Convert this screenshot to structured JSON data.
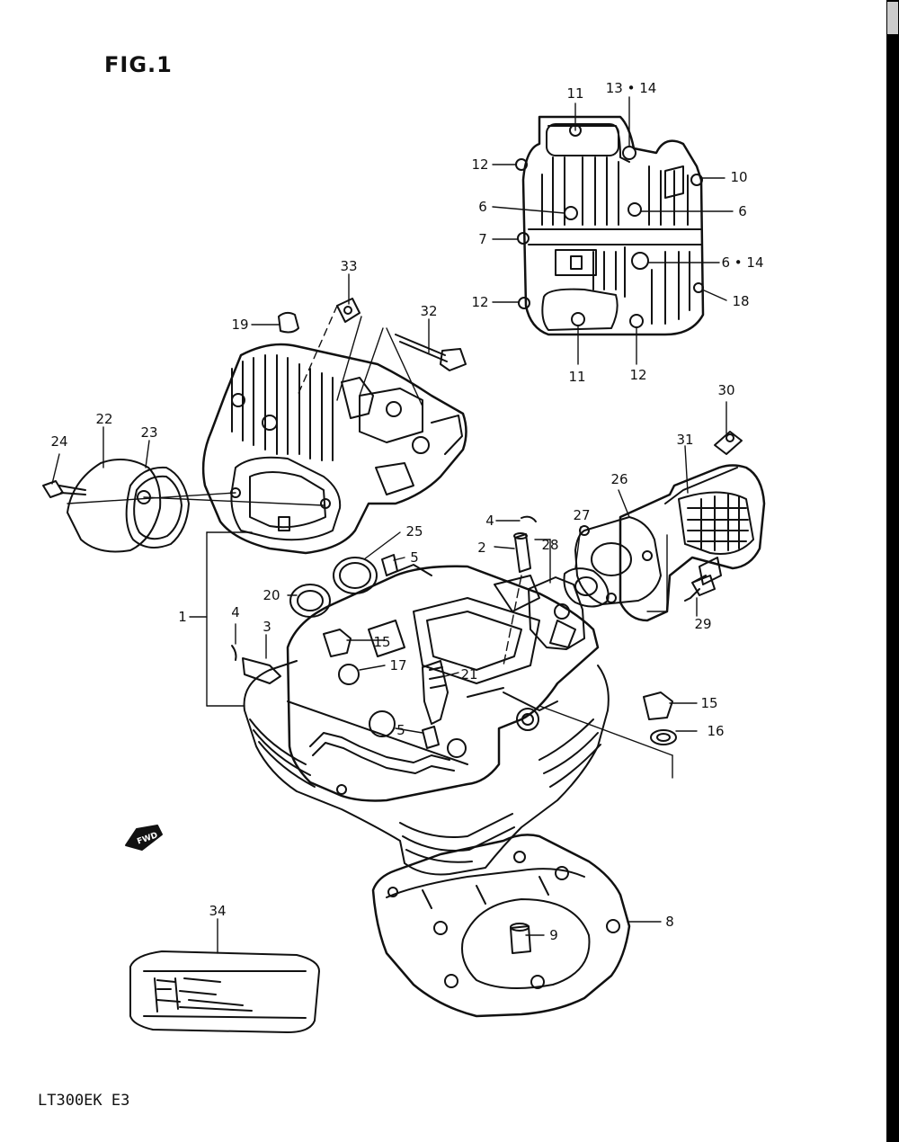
{
  "figure": {
    "title": "FIG.1",
    "model_code": "LT300EK  E3",
    "fwd_label": "FWD"
  },
  "callouts": {
    "c1": "1",
    "c2": "2",
    "c3": "3",
    "c4a": "4",
    "c4b": "4",
    "c5a": "5",
    "c5b": "5",
    "c6a": "6",
    "c6b": "6",
    "c6c": "6 • 14",
    "c7": "7",
    "c8": "8",
    "c9": "9",
    "c10": "10",
    "c11a": "11",
    "c11b": "11",
    "c12a": "12",
    "c12b": "12",
    "c12c": "12",
    "c13": "13 • 14",
    "c15a": "15",
    "c15b": "15",
    "c16": "16",
    "c17": "17",
    "c18": "18",
    "c19": "19",
    "c20": "20",
    "c21": "21",
    "c22": "22",
    "c23": "23",
    "c24": "24",
    "c25": "25",
    "c26": "26",
    "c27": "27",
    "c28": "28",
    "c29": "29",
    "c30": "30",
    "c31": "31",
    "c32": "32",
    "c33": "33",
    "c34": "34"
  },
  "colors": {
    "ink": "#111111",
    "paper": "#ffffff"
  }
}
